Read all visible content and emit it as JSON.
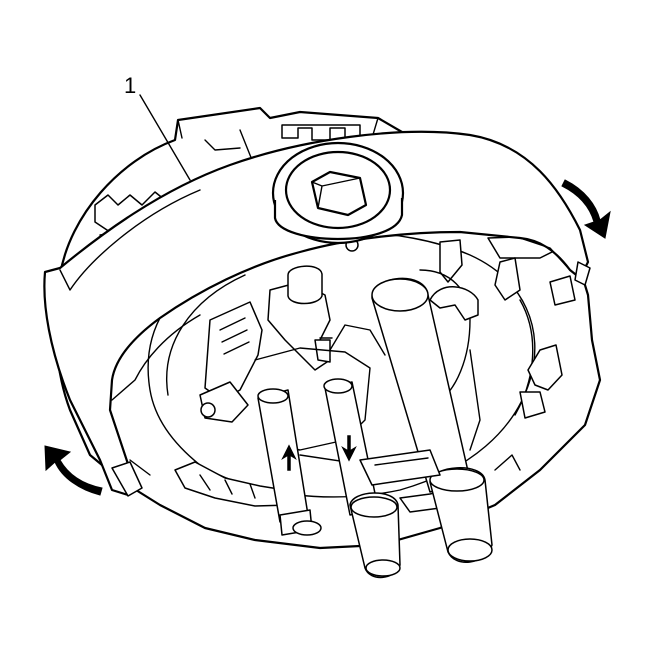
{
  "callouts": [
    {
      "label": "1"
    }
  ],
  "colors": {
    "line": "#000000",
    "background": "#ffffff"
  },
  "arrows": [
    {
      "icon": "rotate-clockwise-arrow-icon",
      "direction": "clockwise"
    },
    {
      "icon": "rotate-counterclockwise-arrow-icon",
      "direction": "counterclockwise"
    },
    {
      "icon": "arrow-up-icon",
      "direction": "up"
    },
    {
      "icon": "arrow-down-icon",
      "direction": "down"
    }
  ]
}
